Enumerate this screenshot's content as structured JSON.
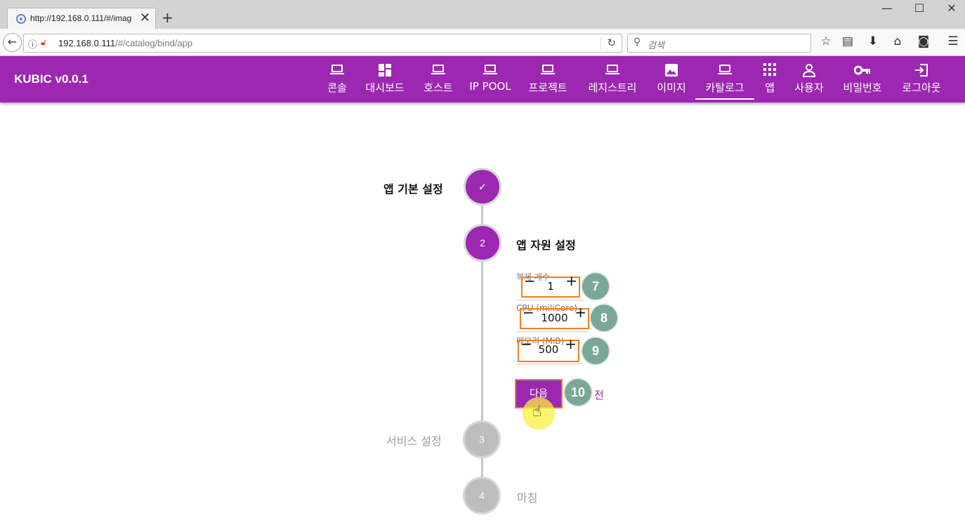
{
  "browser": {
    "tab_title": "http://192.168.0.111/#/imag",
    "url_host": "192.168.0.111",
    "url_path": "/#/catalog/bind/app",
    "search_placeholder": "검색",
    "win_minimize": "—",
    "win_maximize": "☐",
    "win_close": "✕"
  },
  "app": {
    "brand": "KUBIC v0.0.1",
    "accent_color": "#9c27b0",
    "menu": [
      {
        "label": "콘솔",
        "icon": "laptop-icon"
      },
      {
        "label": "대시보드",
        "icon": "dashboard-icon"
      },
      {
        "label": "호스트",
        "icon": "laptop-icon"
      },
      {
        "label": "IP POOL",
        "icon": "laptop-icon"
      },
      {
        "label": "프로젝트",
        "icon": "laptop-icon"
      },
      {
        "label": "레지스트리",
        "icon": "laptop-icon"
      },
      {
        "label": "이미지",
        "icon": "image-icon"
      },
      {
        "label": "카탈로그",
        "icon": "laptop-icon",
        "active": true
      },
      {
        "label": "앱",
        "icon": "apps-grid-icon"
      },
      {
        "label": "사용자",
        "icon": "person-icon"
      },
      {
        "label": "비밀번호",
        "icon": "key-icon"
      },
      {
        "label": "로그아웃",
        "icon": "exit-icon"
      }
    ]
  },
  "stepper": {
    "steps": [
      {
        "number": "✓",
        "label": "앱 기본 설정",
        "state": "completed"
      },
      {
        "number": "2",
        "label": "앱 자원 설정",
        "state": "active"
      },
      {
        "number": "3",
        "label": "서비스 설정",
        "state": "inactive"
      },
      {
        "number": "4",
        "label": "마침",
        "state": "inactive"
      }
    ],
    "fields": [
      {
        "label": "복제 개수",
        "value": "1",
        "badge": "7"
      },
      {
        "label": "CPU (miliCore)",
        "value": "1000",
        "badge": "8"
      },
      {
        "label": "메모리 (MiB)",
        "value": "500",
        "badge": "9"
      }
    ],
    "next_label": "다음",
    "next_badge": "10",
    "prev_label": "전"
  }
}
